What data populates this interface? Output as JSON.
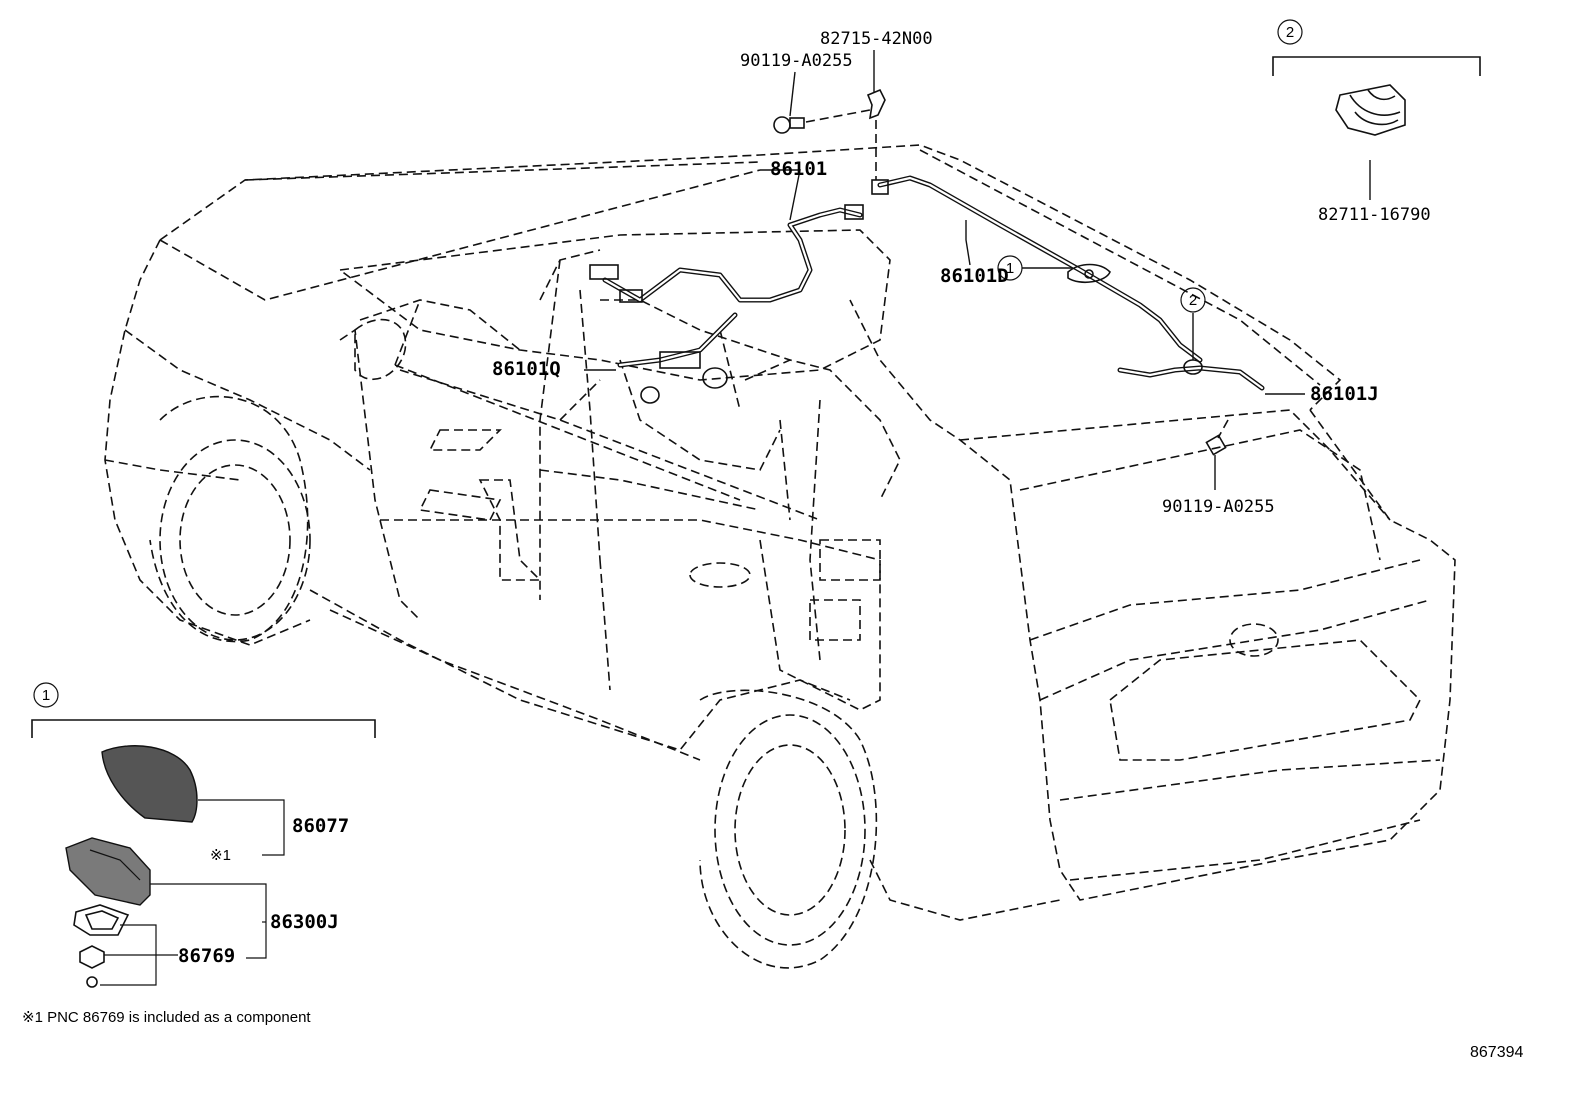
{
  "parts": {
    "clamp_top": "82715-42N00",
    "bolt_top": "90119-A0255",
    "harness_main": "86101",
    "harness_d": "86101D",
    "harness_q": "86101Q",
    "harness_j": "86101J",
    "bolt_rear": "90119-A0255",
    "clip_detail": "82711-16790",
    "antenna_cover": "86077",
    "antenna_assy": "86300J",
    "gasket_nut": "86769"
  },
  "callouts": {
    "one": "1",
    "two": "2"
  },
  "notes": {
    "asterisk_mark": "※1",
    "footnote": "※1 PNC 86769 is included as a component"
  },
  "reference_number": "867394"
}
